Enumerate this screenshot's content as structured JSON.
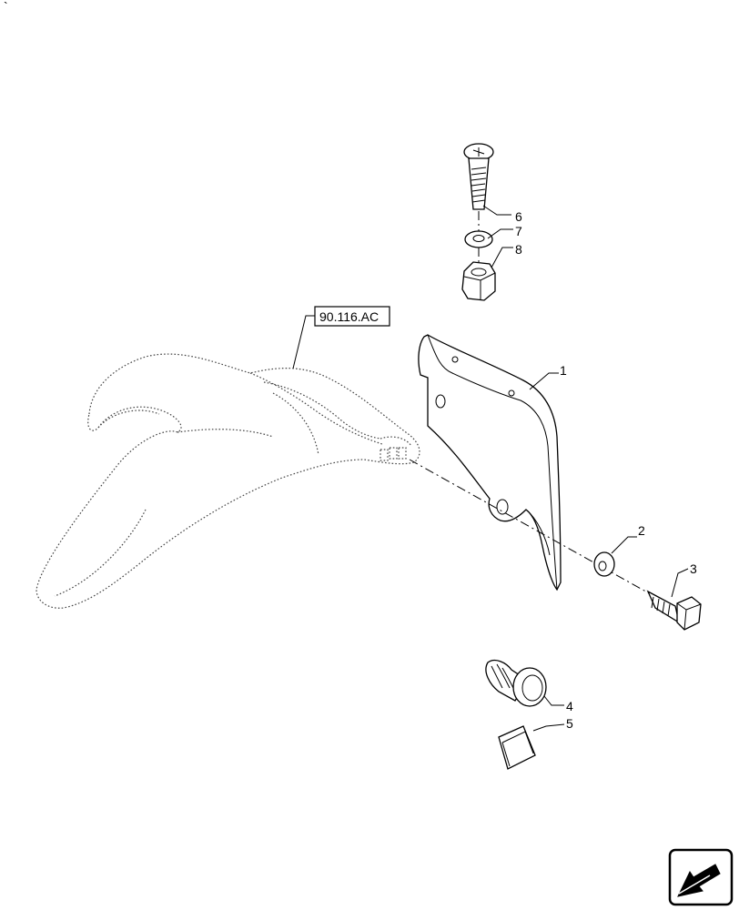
{
  "reference_label": "90.116.AC",
  "callouts": [
    "1",
    "2",
    "3",
    "4",
    "5",
    "6",
    "7",
    "8"
  ],
  "nav_icon": "next-page-arrow-icon"
}
